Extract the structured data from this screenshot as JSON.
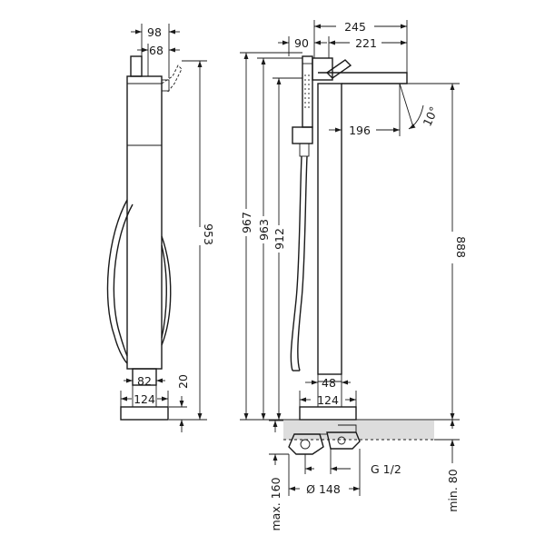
{
  "dimensions": {
    "side_top_width": "98",
    "side_top_inner": "68",
    "side_height_953": "953",
    "side_bottom_82": "82",
    "side_base_124": "124",
    "side_plate_20": "20",
    "front_spout_245": "245",
    "front_head_90": "90",
    "front_spout_221": "221",
    "front_h_967": "967",
    "front_h_963": "963",
    "front_h_912": "912",
    "front_spout_196": "196",
    "front_angle": "10°",
    "front_outlet_888": "888",
    "front_tube_48": "48",
    "front_plate_124": "124",
    "inst_thread": "G 1/2",
    "inst_max_160": "max. 160",
    "inst_dia_148": "Ø 148",
    "inst_min_80": "min. 80"
  },
  "colors": {
    "line": "#1a1a1a",
    "floor": "#dddddd"
  }
}
